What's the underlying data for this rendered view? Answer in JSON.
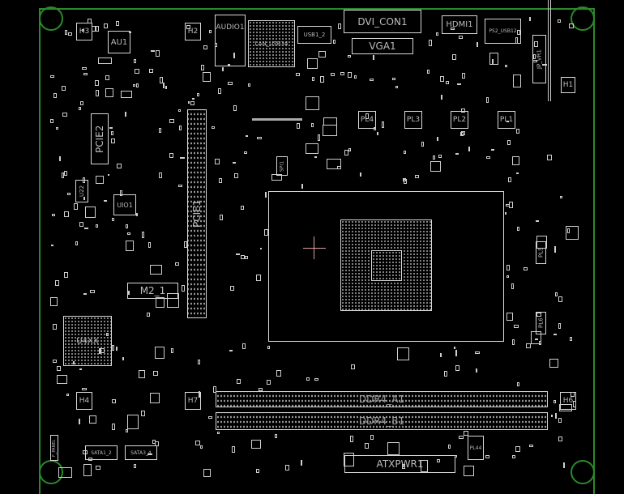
{
  "colors": {
    "background": "#000000",
    "board_outline": "#2a8a2a",
    "silkscreen": "#d8d8d8",
    "cursor": "#e0a0a0"
  },
  "components": {
    "h3": "H3",
    "au1": "AU1",
    "h2": "H2",
    "audio1": "AUDIO1",
    "lan_usb": "LAN_USB34",
    "usb": "USB1_2",
    "dvi": "DVI_CON1",
    "hdmi": "HDMI1",
    "ps2": "PS2_USB12",
    "vga": "VGA1",
    "h1": "H1",
    "jp": "JP_VR1",
    "pl4": "PL4",
    "pl3": "PL3",
    "pl2": "PL2",
    "pl1": "PL1",
    "pcie2": "PCIE2",
    "pcie1": "PCIE1",
    "u22": "U22",
    "uio1": "UIO1",
    "m2": "M2_1",
    "spi": "SPI1",
    "pch": "U4XX",
    "pl5": "PL5",
    "pl6": "PL6",
    "h4": "H4",
    "h7": "H7",
    "h6": "H6",
    "ddr_a": "DDR4_A1",
    "ddr_b": "DDR4_B1",
    "sata12": "SATA1_2",
    "sata34": "SATA3_4",
    "pl44": "PL44",
    "atx": "ATXPWR1",
    "fpanel": "F_PANEL"
  }
}
